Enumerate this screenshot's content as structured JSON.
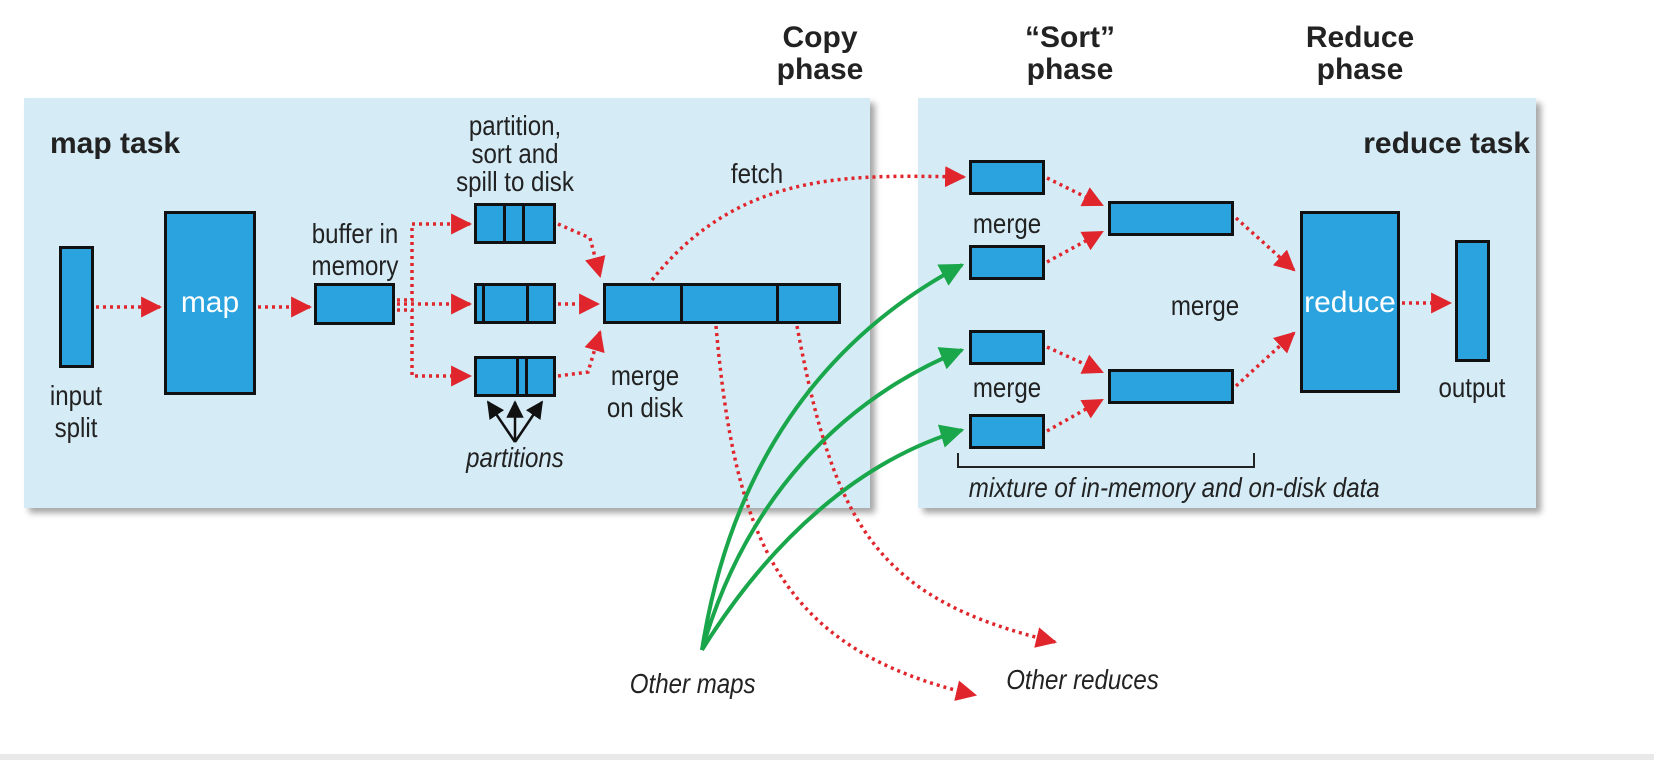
{
  "phases": {
    "copy": [
      "Copy",
      "phase"
    ],
    "sort": [
      "“Sort”",
      "phase"
    ],
    "reduce": [
      "Reduce",
      "phase"
    ]
  },
  "map_task": {
    "title": "map task",
    "input_split": [
      "input",
      "split"
    ],
    "map_label": "map",
    "buffer": [
      "buffer in",
      "memory"
    ],
    "partition": [
      "partition,",
      "sort and",
      "spill to disk"
    ],
    "partitions": "partitions",
    "merge_on_disk": [
      "merge",
      "on disk"
    ],
    "fetch": "fetch"
  },
  "reduce_task": {
    "title": "reduce task",
    "merge_top": "merge",
    "merge_middle": "merge",
    "merge_bottom": "merge",
    "reduce_label": "reduce",
    "output": "output",
    "mixture": "mixture of in-memory and on-disk data"
  },
  "external": {
    "other_maps": "Other maps",
    "other_reduces": "Other reduces"
  },
  "colors": {
    "panel": "#d5ecf7",
    "block": "#2aa3df",
    "red_arrow": "#e0262c",
    "green_arrow": "#1aa64a"
  }
}
